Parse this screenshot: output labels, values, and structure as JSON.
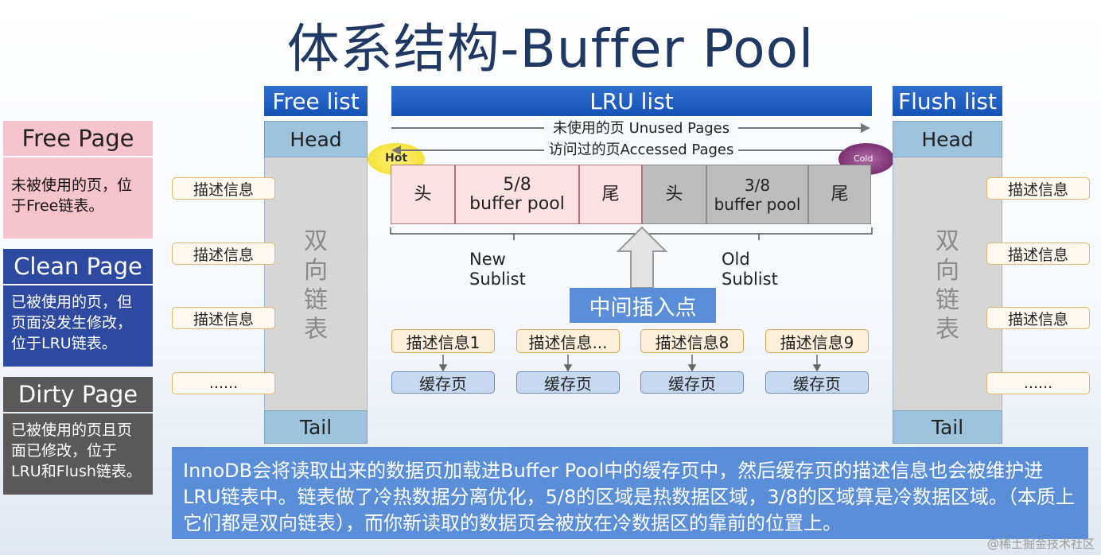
{
  "title": "体系结构-Buffer Pool",
  "legend": {
    "free_title": "Free Page",
    "free_desc": "未被使用的页，位于Free链表。",
    "clean_title": "Clean Page",
    "clean_desc": "已被使用的页，但页面没发生修改，位于LRU链表。",
    "dirty_title": "Dirty Page",
    "dirty_desc": "已被使用的页且页面已修改，位于LRU和Flush链表。"
  },
  "free_list": {
    "header": "Free list",
    "head": "Head",
    "tail": "Tail",
    "vertical": [
      "双",
      "向",
      "链",
      "表"
    ],
    "items": [
      "描述信息",
      "描述信息",
      "描述信息",
      "......"
    ]
  },
  "flush_list": {
    "header": "Flush list",
    "head": "Head",
    "tail": "Tail",
    "vertical": [
      "双",
      "向",
      "链",
      "表"
    ],
    "items": [
      "描述信息",
      "描述信息",
      "描述信息",
      "......"
    ]
  },
  "lru": {
    "header": "LRU list",
    "arrow_unused": "未使用的页 Unused Pages",
    "arrow_accessed": "访问过的页Accessed Pages",
    "hot": "Hot",
    "cold": "Cold",
    "cells": [
      "头",
      "5/8",
      "buffer pool",
      "尾",
      "头",
      "3/8",
      "buffer pool",
      "尾"
    ],
    "new_sublist": [
      "New",
      "Sublist"
    ],
    "old_sublist": [
      "Old",
      "Sublist"
    ],
    "midpoint": "中间插入点",
    "desc_items": [
      "描述信息1",
      "描述信息...",
      "描述信息8",
      "描述信息9"
    ],
    "cache_items": [
      "缓存页",
      "缓存页",
      "缓存页",
      "缓存页"
    ]
  },
  "note": "InnoDB会将读取出来的数据页加载进Buffer Pool中的缓存页中，然后缓存页的描述信息也会被维护进LRU链表中。链表做了冷热数据分离优化，5/8的区域是热数据区域，3/8的区域算是冷数据区域。（本质上它们都是双向链表），而你新读取的数据页会被放在冷数据区的靠前的位置上。",
  "watermark": "@稀土掘金技术社区"
}
